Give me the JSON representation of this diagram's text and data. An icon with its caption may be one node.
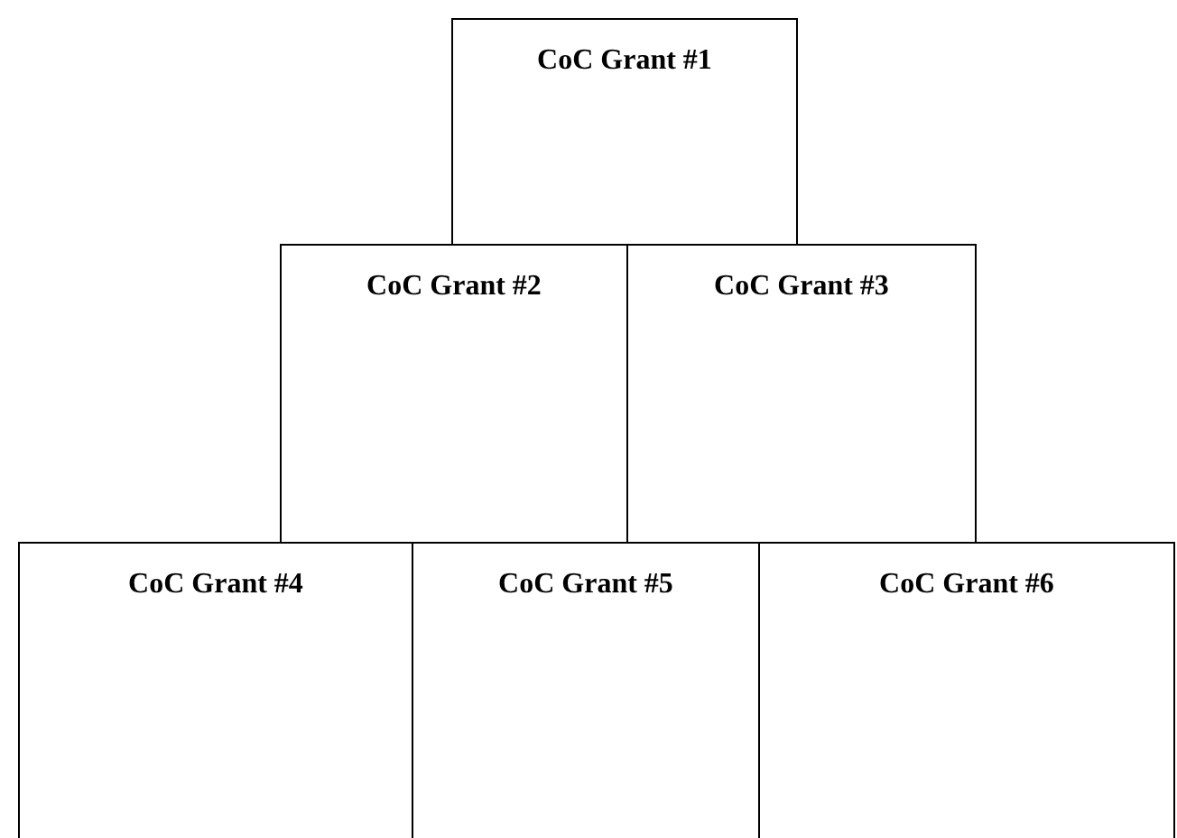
{
  "diagram": {
    "nodes": [
      {
        "text": [
          "CoC Grant #1"
        ]
      },
      {
        "text": [
          "CoC Grant #2"
        ]
      },
      {
        "text": [
          "CoC Grant #3"
        ]
      },
      {
        "text": [
          "CoC Grant #4"
        ]
      },
      {
        "text": [
          "CoC Grant #5"
        ]
      },
      {
        "text": [
          "CoC Grant #6"
        ]
      }
    ]
  }
}
